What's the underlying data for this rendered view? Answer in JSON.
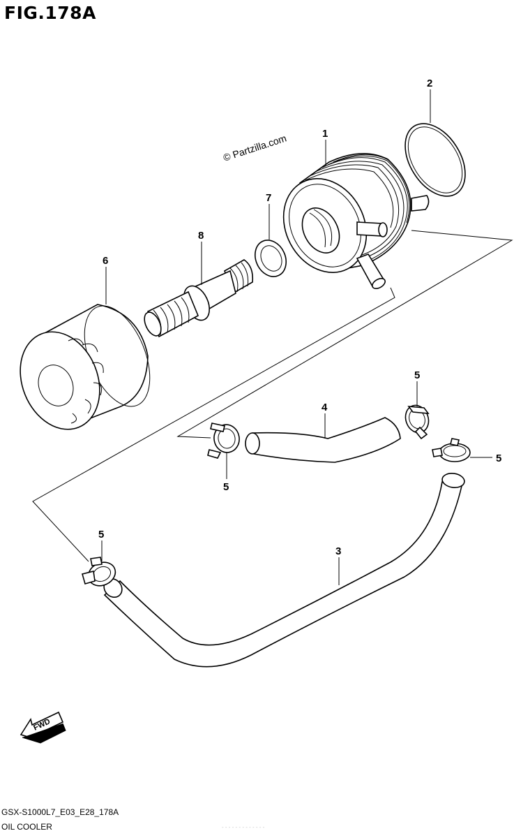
{
  "figure": {
    "title": "FIG.178A"
  },
  "watermark": "© Partzilla.com",
  "callouts": {
    "c1": "1",
    "c2": "2",
    "c3": "3",
    "c4": "4",
    "c5a": "5",
    "c5b": "5",
    "c5c": "5",
    "c5d": "5",
    "c6": "6",
    "c7": "7",
    "c8": "8"
  },
  "direction": {
    "label": "FWD"
  },
  "footer": {
    "model_code": "GSX-S1000L7_E03_E28_178A",
    "section_name": "OIL COOLER",
    "faint_text": "- - -  - - - - - - - -  -  -"
  },
  "icons": {
    "direction_icon": "fwd-arrow-icon"
  }
}
